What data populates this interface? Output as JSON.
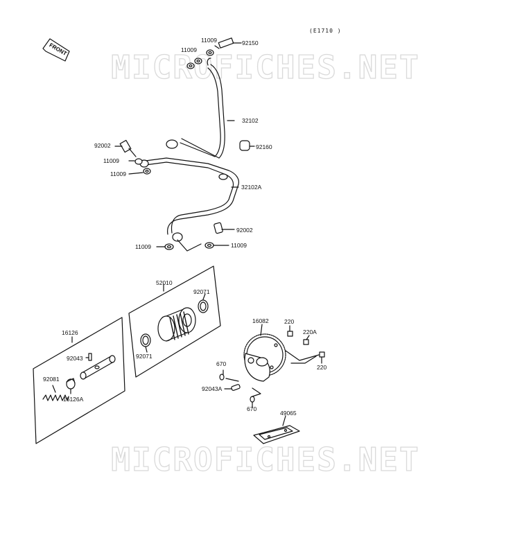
{
  "diagram_code": "(E1710 )",
  "front_label": "FRONT",
  "watermark": "MICROFICHES.NET",
  "labels": {
    "p11009_top_r": "11009",
    "p92150": "92150",
    "p11009_top_l": "11009",
    "p32102": "32102",
    "p92002_left": "92002",
    "p92160": "92160",
    "p11009_mid_a": "11009",
    "p11009_mid_b": "11009",
    "p32102A": "32102A",
    "p92002_right": "92002",
    "p11009_bot_l": "11009",
    "p11009_bot_r": "11009",
    "p52010": "52010",
    "p92071_top": "92071",
    "p92071_bot": "92071",
    "p16126": "16126",
    "p92043": "92043",
    "p92081": "92081",
    "p16126A": "16126A",
    "p16082": "16082",
    "p220_top": "220",
    "p220A": "220A",
    "p220_bot": "220",
    "p670_top": "670",
    "p92043A": "92043A",
    "p670_bot": "670",
    "p49065": "49065"
  }
}
